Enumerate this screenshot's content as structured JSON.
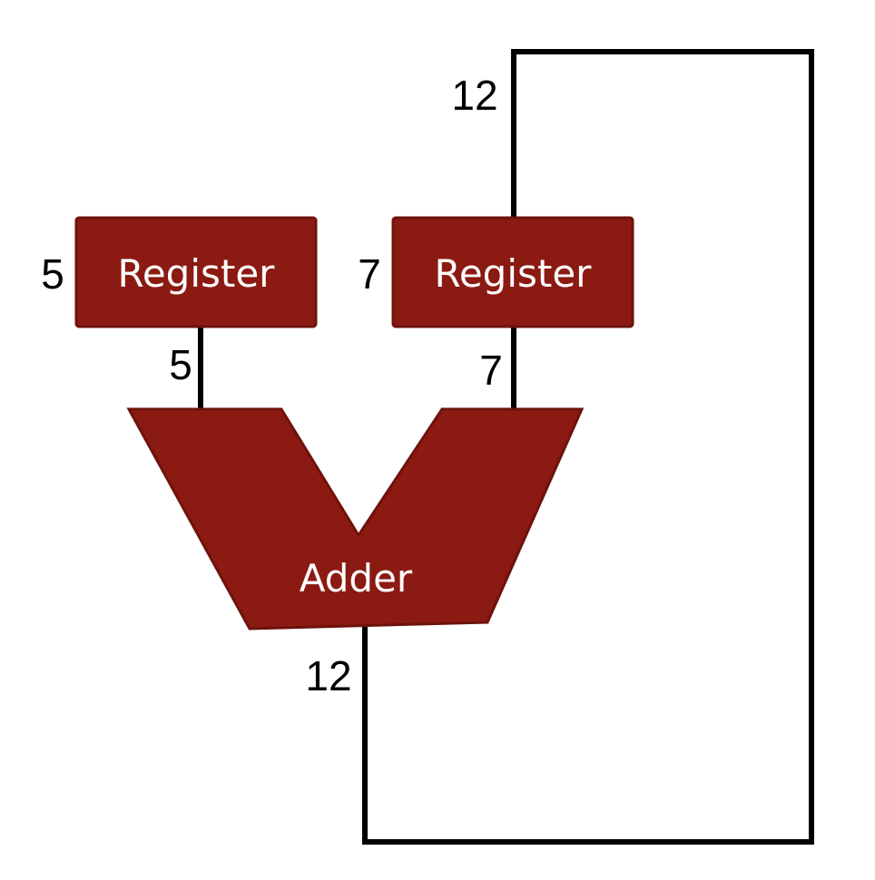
{
  "register_left": {
    "label": "Register",
    "input_width": "5",
    "output_width": "5"
  },
  "register_right": {
    "label": "Register",
    "input_width": "7",
    "output_width": "7"
  },
  "adder": {
    "label": "Adder",
    "output_width": "12"
  },
  "feedback": {
    "width": "12"
  },
  "colors": {
    "block_fill": "#8b1a12",
    "block_text": "#ffffff",
    "wire": "#000000"
  }
}
